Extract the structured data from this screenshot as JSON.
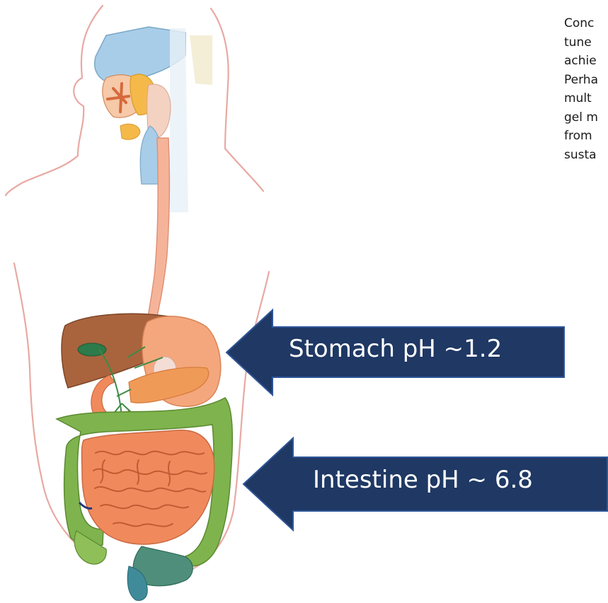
{
  "text_fragments": [
    "Conc",
    "tune",
    "achie",
    "Perha",
    "mult",
    "gel m",
    "from",
    "susta"
  ],
  "callouts": {
    "stomach": {
      "label": "Stomach pH ~1.2"
    },
    "intestine": {
      "label": "Intestine pH ~ 6.8"
    }
  },
  "colors": {
    "arrow_fill": "#1f3864",
    "arrow_stroke": "#2e5597",
    "body_outline": "#e8a9a3",
    "liver": "#a9643e",
    "stomach": "#f4a77c",
    "small_intestine": "#f08a5d",
    "large_intestine": "#7fb34d",
    "esophagus": "#f5b49a",
    "nasal_cavity": "#a8cde8",
    "gallbladder": "#2d7a4a",
    "pancreas": "#f09a58"
  },
  "icons": [
    "digestive-system-illustration",
    "left-arrow-shape"
  ]
}
